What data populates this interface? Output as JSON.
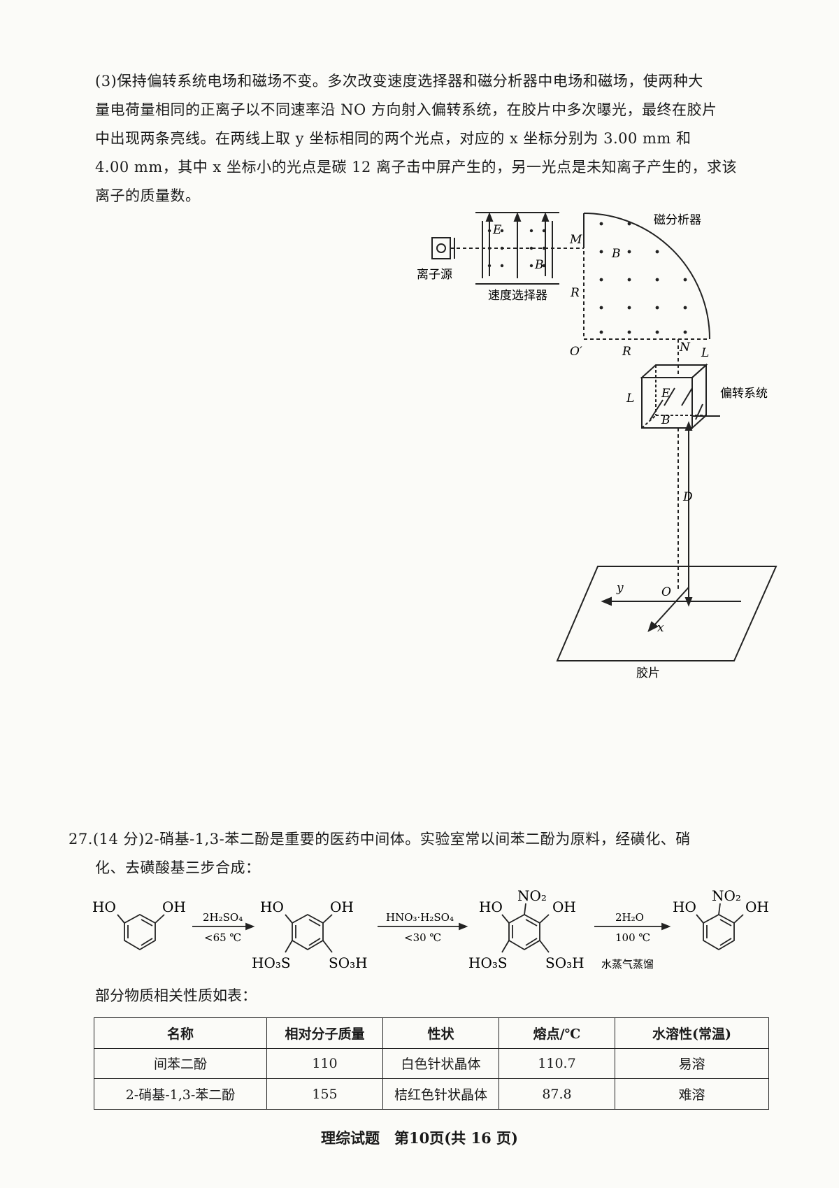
{
  "q26_part3": {
    "line1": "(3)保持偏转系统电场和磁场不变。多次改变速度选择器和磁分析器中电场和磁场，使两种大",
    "line2": "量电荷量相同的正离子以不同速率沿 NO 方向射入偏转系统，在胶片中多次曝光，最终在胶片",
    "line3": "中出现两条亮线。在两线上取 y 坐标相同的两个光点，对应的 x 坐标分别为 3.00 mm 和",
    "line4": "4.00 mm，其中 x 坐标小的光点是碳 12 离子击中屏产生的，另一光点是未知离子产生的，求该",
    "line5": "离子的质量数。"
  },
  "figure": {
    "ion_source": "离子源",
    "velocity_selector": "速度选择器",
    "magnetic_analyzer": "磁分析器",
    "deflection_system": "偏转系统",
    "film": "胶片",
    "E": "E",
    "B": "B",
    "M": "M",
    "R": "R",
    "O_prime": "O′",
    "N": "N",
    "L": "L",
    "D": "D",
    "O": "O",
    "x": "x",
    "y": "y"
  },
  "q27": {
    "line1": "27.(14 分)2-硝基-1,3-苯二酚是重要的医药中间体。实验室常以间苯二酚为原料，经磺化、硝",
    "line2": "化、去磺酸基三步合成："
  },
  "reaction": {
    "HO": "HO",
    "OH": "OH",
    "NO2": "NO₂",
    "HO3S": "HO₃S",
    "SO3H": "SO₃H",
    "step1_top": "2H₂SO₄",
    "step1_bottom": "<65 ℃",
    "step2_top": "HNO₃·H₂SO₄",
    "step2_bottom": "<30 ℃",
    "step3_top": "2H₂O",
    "step3_bottom": "100 ℃",
    "step3_note": "水蒸气蒸馏"
  },
  "table": {
    "intro": "部分物质相关性质如表：",
    "headers": [
      "名称",
      "相对分子质量",
      "性状",
      "熔点/℃",
      "水溶性(常温)"
    ],
    "rows": [
      [
        "间苯二酚",
        "110",
        "白色针状晶体",
        "110.7",
        "易溶"
      ],
      [
        "2-硝基-1,3-苯二酚",
        "155",
        "桔红色针状晶体",
        "87.8",
        "难溶"
      ]
    ]
  },
  "footer": "理综试题　第10页(共 16 页)"
}
